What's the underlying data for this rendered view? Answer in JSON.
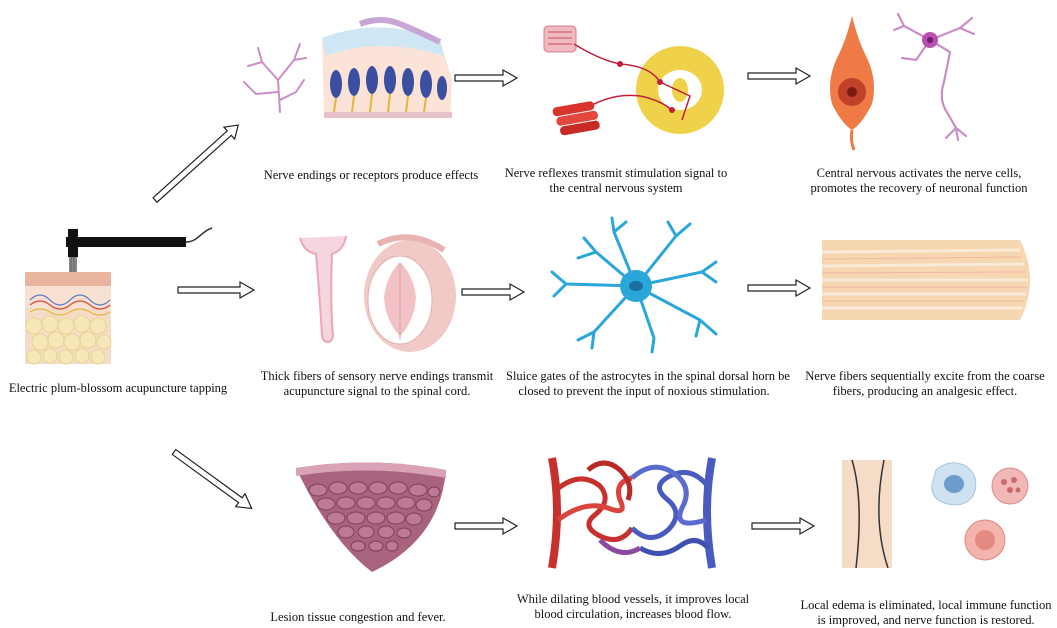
{
  "source": {
    "label": "Electric plum-blossom acupuncture tapping"
  },
  "rows": [
    {
      "steps": [
        {
          "icon": "nerve-ending-receptor-icon",
          "caption": [
            "Nerve endings or receptors produce effects"
          ]
        },
        {
          "icon": "nerve-reflex-spinal-cord-icon",
          "caption": [
            "Nerve reflexes transmit stimulation signal to",
            "the central nervous system"
          ]
        },
        {
          "icon": "neuron-cells-icon",
          "caption": [
            "Central nervous activates the nerve cells,",
            "promotes the recovery of neuronal function"
          ]
        }
      ]
    },
    {
      "steps": [
        {
          "icon": "sensory-fiber-spinal-cord-icon",
          "caption": [
            "Thick fibers of sensory nerve endings transmit",
            "acupuncture signal to the spinal cord."
          ]
        },
        {
          "icon": "astrocyte-icon",
          "caption": [
            "Sluice gates of the astrocytes in the spinal dorsal horn be",
            "closed to prevent the input of noxious stimulation."
          ]
        },
        {
          "icon": "nerve-fibers-icon",
          "caption": [
            "Nerve fibers sequentially excite from the coarse",
            "fibers, producing an analgesic effect."
          ]
        }
      ]
    },
    {
      "steps": [
        {
          "icon": "lesion-tissue-icon",
          "caption": [
            "Lesion tissue congestion and fever."
          ]
        },
        {
          "icon": "blood-vessels-icon",
          "caption": [
            "While dilating blood vessels, it improves local",
            "blood circulation, increases blood flow."
          ]
        },
        {
          "icon": "immune-cells-icon",
          "caption": [
            "Local edema is eliminated, local immune function",
            "is improved, and nerve function is restored."
          ]
        }
      ]
    }
  ],
  "colors": {
    "nerve_pink": "#c98ec6",
    "hair_cell_blue": "#3a4fa0",
    "spinal_yellow": "#f0d24a",
    "muscle_red": "#d9342b",
    "neuron_orange": "#ef7a45",
    "neuron_purple": "#b84fb0",
    "sensory_pink": "#e9a8b8",
    "astrocyte_blue": "#2aa6d8",
    "fiber_peach": "#f7d6b2",
    "tissue_mauve": "#a8637e",
    "vessel_red": "#c6312e",
    "vessel_blue": "#4a5bbf",
    "cell_rose": "#e7a2a2",
    "skin_tone": "#f5dcc7"
  }
}
